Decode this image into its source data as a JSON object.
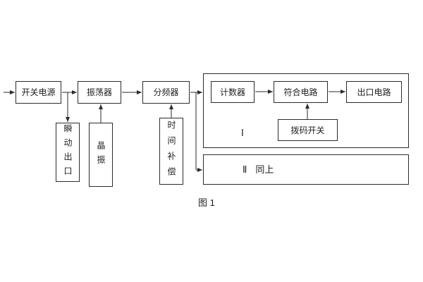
{
  "figure": {
    "caption": "图 1"
  },
  "blocks": {
    "switch_power": "开关电源",
    "oscillator": "振荡器",
    "freq_divider": "分频器",
    "instant_outlet": "瞬动出口",
    "crystal": "晶振",
    "time_compensation": "时间补偿",
    "counter": "计数器",
    "coincidence_circuit": "符合电路",
    "outlet_circuit": "出口电路",
    "dip_switch": "拨码开关",
    "group1_numeral": "Ⅰ",
    "group2_numeral": "Ⅱ",
    "group2_text": "同上"
  },
  "colors": {
    "line": "#2b2b2b",
    "background": "#ffffff"
  }
}
